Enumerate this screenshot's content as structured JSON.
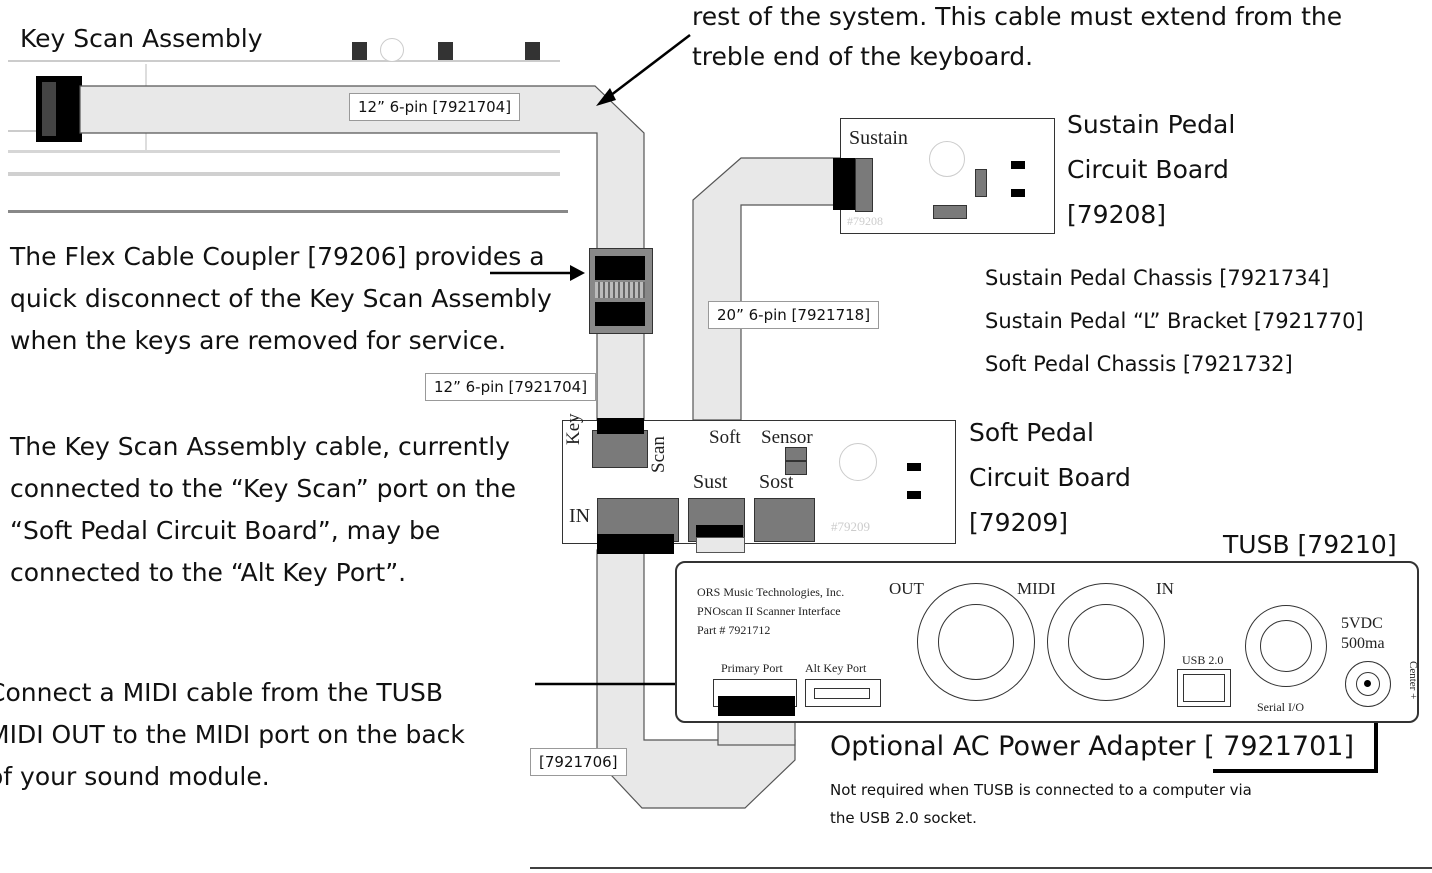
{
  "top_note": {
    "line1": "rest of the system. This cable must extend from the",
    "line2": "treble end of the keyboard."
  },
  "key_scan_assembly": {
    "title": "Key Scan Assembly"
  },
  "cable_labels": {
    "top_12": "12” 6-pin [7921704]",
    "mid_12": "12” 6-pin [7921704]",
    "sustain_20": "20” 6-pin [7921718]",
    "bottom": "[7921706]"
  },
  "coupler_note": {
    "line1": "The Flex Cable Coupler [79206] provides a",
    "line2": "quick disconnect of the Key Scan Assembly",
    "line3": "when the keys are removed for service."
  },
  "keyscan_cable_note": {
    "line1": "The Key Scan Assembly cable, currently",
    "line2": "connected to the “Key Scan” port on the",
    "line3": "“Soft Pedal Circuit Board”, may be",
    "line4": "connected to the “Alt Key Port”."
  },
  "midi_note": {
    "line1": "Connect a MIDI cable from the TUSB",
    "line2": "MIDI OUT to the MIDI port on the back",
    "line3": "of your sound module."
  },
  "sustain_board": {
    "silk": "Sustain",
    "part_silk": "#79208",
    "label1": "Sustain Pedal",
    "label2": "Circuit Board",
    "label3": "[79208]"
  },
  "chassis_list": [
    "Sustain Pedal Chassis [7921734]",
    "Sustain Pedal “L” Bracket [7921770]",
    "Soft Pedal Chassis [7921732]"
  ],
  "soft_board": {
    "silk_key": "Key",
    "silk_scan": "Scan",
    "silk_soft": "Soft",
    "silk_sensor": "Sensor",
    "silk_sust": "Sust",
    "silk_sost": "Sost",
    "silk_in": "IN",
    "part_silk": "#79209",
    "label1": "Soft Pedal",
    "label2": "Circuit Board",
    "label3": "[79209]"
  },
  "tusb": {
    "title": "TUSB [79210]",
    "maker": "ORS Music Technologies, Inc.",
    "product": "PNOscan II Scanner Interface",
    "part": "Part # 7921712",
    "out": "OUT",
    "midi": "MIDI",
    "in": "IN",
    "primary_port": "Primary Port",
    "alt_key_port": "Alt Key Port",
    "usb": "USB 2.0",
    "serial": "Serial I/O",
    "volts": "5VDC",
    "amps": "500ma",
    "center": "Center +"
  },
  "power_adapter": {
    "title": "Optional AC Power Adapter [ 7921701]",
    "note1": "Not required when TUSB is connected to a computer via",
    "note2": "the USB 2.0 socket."
  }
}
